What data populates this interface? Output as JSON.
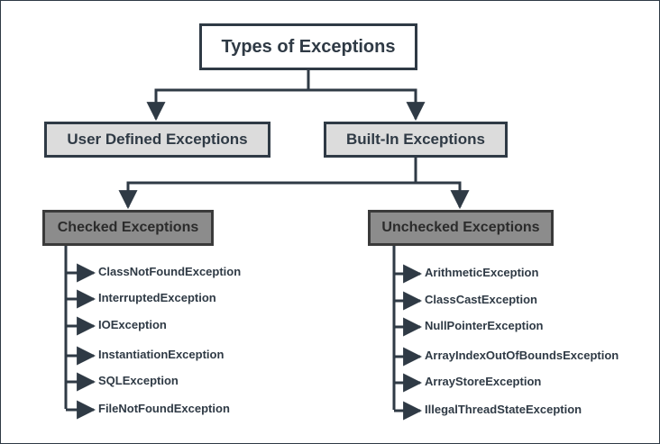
{
  "diagram": {
    "root": "Types of Exceptions",
    "user_defined": "User Defined Exceptions",
    "built_in": "Built-In Exceptions",
    "checked": {
      "label": "Checked Exceptions",
      "items": [
        "ClassNotFoundException",
        "InterruptedException",
        "IOException",
        "InstantiationException",
        "SQLException",
        "FileNotFoundException"
      ]
    },
    "unchecked": {
      "label": "Unchecked Exceptions",
      "items": [
        "ArithmeticException",
        "ClassCastException",
        "NullPointerException",
        "ArrayIndexOutOfBoundsException",
        "ArrayStoreException",
        "IllegalThreadStateException"
      ]
    },
    "colors": {
      "line": "#2f3a45",
      "level2_fill": "#dcdcdc",
      "level3_fill": "#8c8c8c"
    }
  }
}
